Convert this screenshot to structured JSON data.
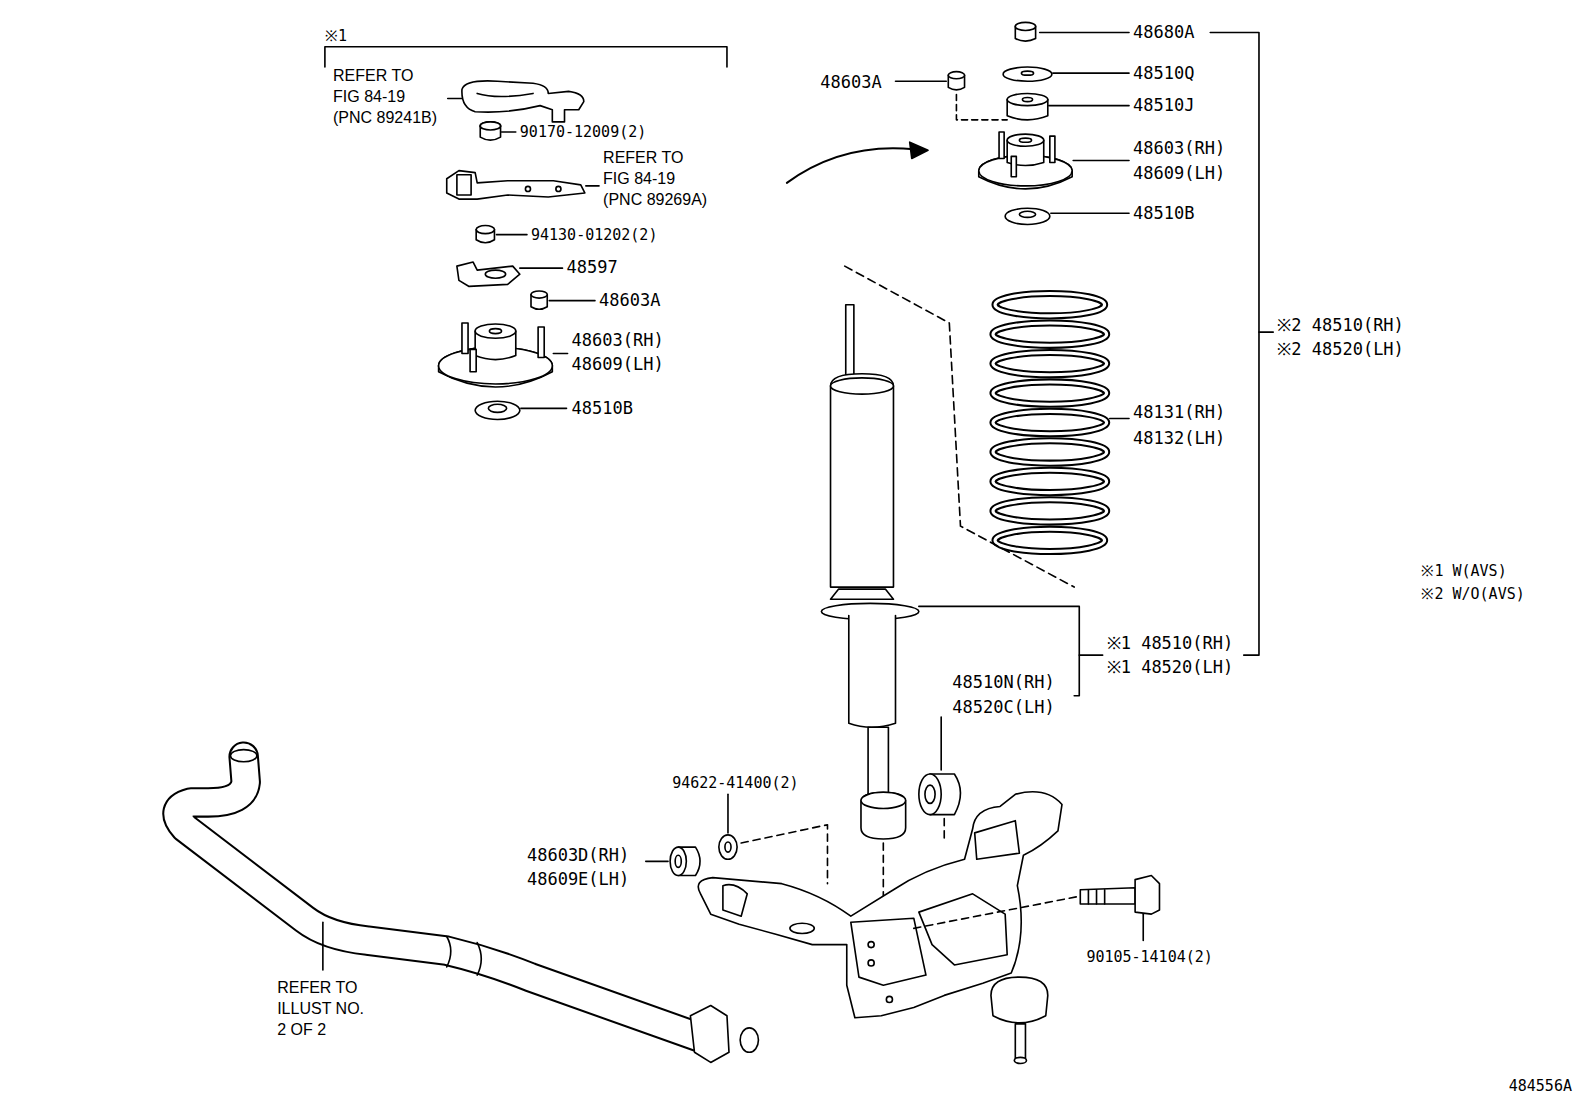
{
  "diagram": {
    "labels": [
      "※1",
      "REFER TO FIG 84-19 (PNC 89241B)",
      "90170-12009(2)",
      "REFER TO FIG 84-19 (PNC 89269A)",
      "94130-01202(2)",
      "48597",
      "48603A",
      "48603(RH)",
      "48609(LH)",
      "48510B",
      "48680A",
      "48603A",
      "48510Q",
      "48510J",
      "48603(RH)",
      "48609(LH)",
      "48510B",
      "※2 48510(RH)",
      "※2 48520(LH)",
      "48131(RH)",
      "48132(LH)",
      "※1 48510(RH)",
      "※1 48520(LH)",
      "48510N(RH)",
      "48520C(LH)",
      "94622-41400(2)",
      "48603D(RH)",
      "48609E(LH)",
      "90105-14104(2)",
      "REFER TO ILLUST NO. 2 OF 2",
      "※1  W(AVS)",
      "※2  W/O(AVS)",
      "484556A"
    ]
  }
}
